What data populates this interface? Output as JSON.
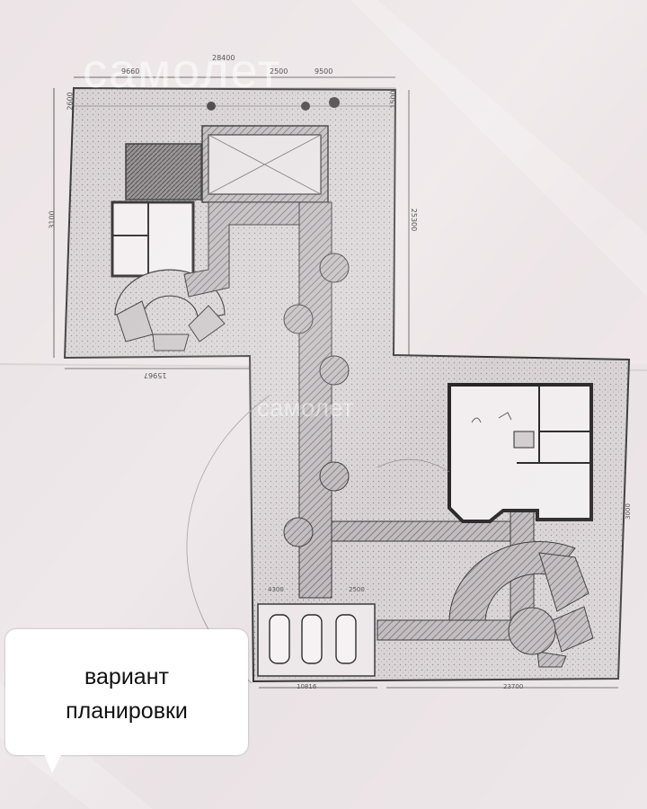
{
  "watermark": {
    "top": "самолет",
    "middle": "самолет"
  },
  "dimensions": {
    "top_total": "28400",
    "top_a": "9660",
    "top_b": "2500",
    "top_c": "9500",
    "left_height": "3100",
    "right_height": "25300",
    "left_corner": "2600",
    "right_corner": "1500",
    "mid_bottom": "15967",
    "bottom_left": "10816",
    "bottom_right": "23700",
    "parking_a": "4300",
    "parking_b": "2500",
    "right_side": "3000"
  },
  "caption": {
    "line1": "вариант",
    "line2": "планировки"
  },
  "colors": {
    "paper": "#ede6e8",
    "fill": "#d3cdcf",
    "line": "#2a2a2a"
  }
}
